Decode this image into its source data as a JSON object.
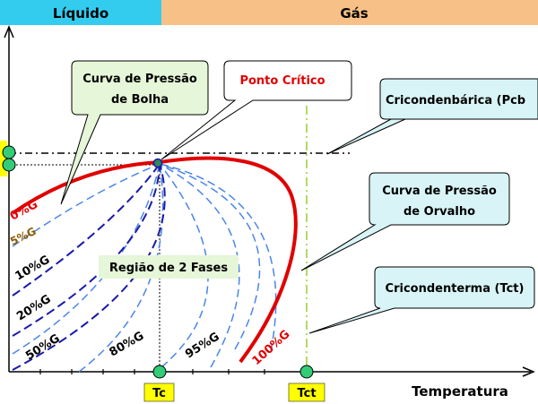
{
  "header": {
    "liquid_label": "Líquido",
    "gas_label": "Gás",
    "liquid_color": "#33CCEE",
    "gas_color": "#F7C086"
  },
  "axes": {
    "x_label": "Temperatura",
    "tc_label": "Tc",
    "tct_label": "Tct"
  },
  "callouts": {
    "bubble_curve": [
      "Curva de Pressão",
      "de Bolha"
    ],
    "critical_point": "Ponto Crítico",
    "cricondenbar": "Cricondenbárica (Pcb",
    "dew_curve": [
      "Curva de Pressão",
      "de Orvalho"
    ],
    "cricondentherm": "Cricondenterma (Tct)"
  },
  "region_label": "Região de 2 Fases",
  "quality_labels": {
    "q0": "0%G",
    "q5": "5%G",
    "q10": "10%G",
    "q20": "20%G",
    "q50": "50%G",
    "q80": "80%G",
    "q95": "95%G",
    "q100": "100%G"
  },
  "colors": {
    "envelope": "#E00000",
    "quality_dark": "#1A1AAA",
    "quality_light": "#4A86E8",
    "callout_green": "#E6F6D8",
    "callout_cyan": "#D8F4F6",
    "marker_green": "#33CC77",
    "marker_yellow": "#FFFF00",
    "critical_text": "#E00000",
    "five_percent": "#8B5A00"
  }
}
